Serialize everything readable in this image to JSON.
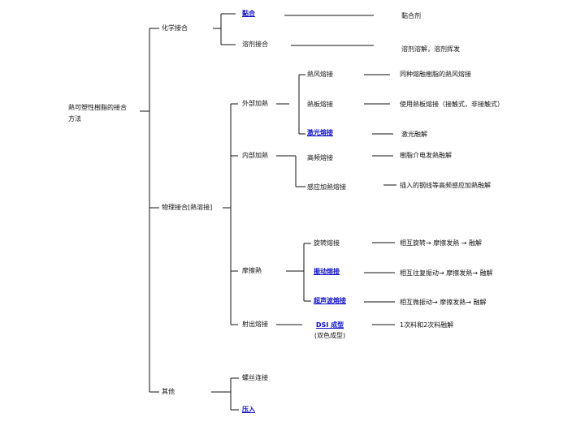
{
  "root": {
    "label_line1": "熱可塑性樹脂的接合",
    "label_line2": "方法"
  },
  "chemical": {
    "label": "化学接合",
    "items": [
      {
        "label": "黏合",
        "link": true,
        "result": "黏合剂"
      },
      {
        "label": "溶剂接合",
        "link": false,
        "result": "溶剂溶解，溶剂挥发"
      }
    ]
  },
  "physical": {
    "label": "物理接合[熱溶接]",
    "external": {
      "label": "外部加熱",
      "items": [
        {
          "label": "熱风熔接",
          "link": false,
          "result": "同种熔融樹脂的熱风熔接"
        },
        {
          "label": "熱板熔接",
          "link": false,
          "result": "使用熱板熔接（接触式，非接触式）"
        },
        {
          "label": "激光熔接",
          "link": true,
          "result": "激光融解"
        }
      ]
    },
    "internal": {
      "label": "内部加熱",
      "items": [
        {
          "label": "高频熔接",
          "link": false,
          "result": "樹脂介电发熱融解"
        },
        {
          "label": "感应加熱熔接",
          "link": false,
          "result": "插入的钢线等高频感应加熱融解"
        }
      ]
    },
    "friction": {
      "label": "摩擦熱",
      "items": [
        {
          "label": "旋转熔接",
          "link": false,
          "result": "相互旋转→ 摩擦发熱 → 融解"
        },
        {
          "label": "振动熔接",
          "link": true,
          "result": "相互往复振动→ 摩擦发熱→ 融解"
        },
        {
          "label": "超声波熔接",
          "link": true,
          "result": "相互微振动→ 摩擦发熱→ 融解"
        }
      ]
    },
    "injection": {
      "label": "射出熔接",
      "method": "DSI 成型",
      "method_sub": "(双色成型)",
      "result": "1次料和2次料融解"
    }
  },
  "other": {
    "label": "其他",
    "items": [
      {
        "label": "螺丝连接",
        "link": false
      },
      {
        "label": "压入",
        "link": true
      }
    ]
  },
  "colors": {
    "line": "#111111",
    "link": "#1010c8"
  }
}
